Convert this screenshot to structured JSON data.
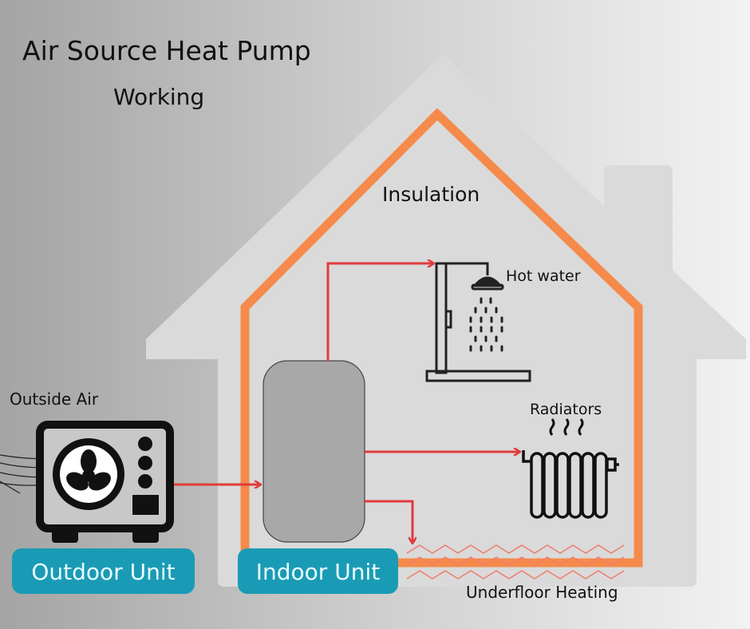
{
  "title": "Air Source Heat Pump",
  "subtitle": "Working",
  "labels": {
    "insulation": "Insulation",
    "hot_water": "Hot water",
    "radiators": "Radiators",
    "outside_air": "Outside Air",
    "underfloor": "Underfloor Heating"
  },
  "buttons": {
    "outdoor_unit": "Outdoor Unit",
    "indoor_unit": "Indoor Unit"
  },
  "colors": {
    "insulation": "#f58a4b",
    "flow_arrow": "#e23a3a",
    "unit_label_bg": "#1a9bb5"
  }
}
